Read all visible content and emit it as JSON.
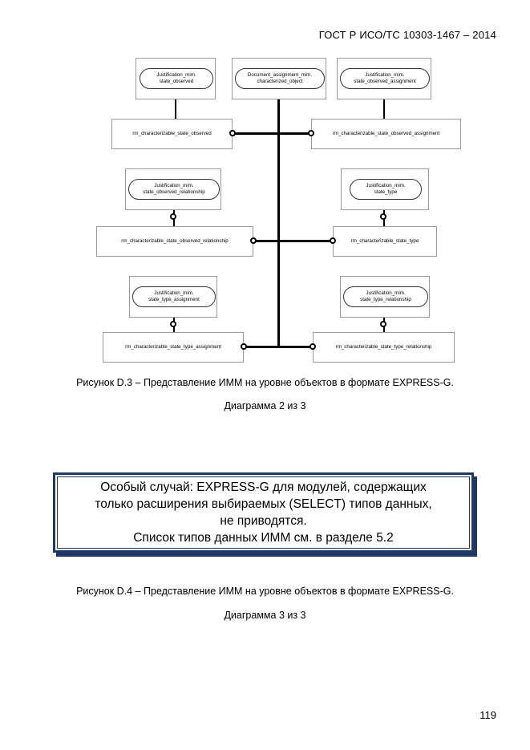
{
  "document": {
    "header": "ГОСТ Р ИСО/ТС 10303-1467 – 2014",
    "page_number": "119"
  },
  "diagram": {
    "schema_refs": [
      {
        "line1": "Justification_mim.",
        "line2": "state_observed"
      },
      {
        "line1": "Document_assignment_mim.",
        "line2": "characterized_object"
      },
      {
        "line1": "Justification_mim.",
        "line2": "state_observed_assignment"
      },
      {
        "line1": "Justification_mim.",
        "line2": "state_observed_relationship"
      },
      {
        "line1": "Justification_mim.",
        "line2": "state_type"
      },
      {
        "line1": "Justification_mim.",
        "line2": "state_type_assignment"
      },
      {
        "line1": "Justification_mim.",
        "line2": "state_type_relationship"
      }
    ],
    "entities": [
      {
        "name": "rm_characterizable_state_observed"
      },
      {
        "name": "rm_characterizable_state_observed_assignment"
      },
      {
        "name": "rm_characterizable_state_observed_relationship"
      },
      {
        "name": "rm_characterizable_state_type"
      },
      {
        "name": "rm_characterizable_state_type_assignment"
      },
      {
        "name": "rm_characterizable_state_type_relationship"
      }
    ]
  },
  "figures": [
    {
      "caption": "Рисунок D.3 –  Представление ИММ на уровне объектов в формате EXPRESS-G.",
      "subcaption": "Диаграмма 2 из 3"
    },
    {
      "caption": "Рисунок D.4 –  Представление ИММ на уровне объектов в формате EXPRESS-G.",
      "subcaption": "Диаграмма 3 из 3"
    }
  ],
  "callout": {
    "border_color": "#1f3864",
    "lines": [
      "Особый случай: EXPRESS-G для модулей, содержащих",
      "только расширения выбираемых (SELECT) типов данных,",
      "не приводятся.",
      "Список типов данных ИММ см. в разделе 5.2"
    ]
  }
}
